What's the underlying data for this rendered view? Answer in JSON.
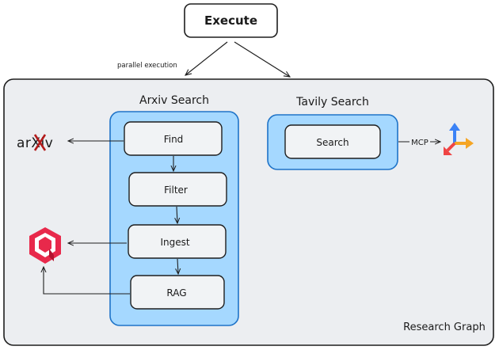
{
  "execute": {
    "label": "Execute"
  },
  "parallel_note": "parallel execution",
  "research_graph": {
    "label": "Research Graph"
  },
  "arxiv_group": {
    "title": "Arxiv Search",
    "nodes": [
      "Find",
      "Filter",
      "Ingest",
      "RAG"
    ]
  },
  "tavily_group": {
    "title": "Tavily Search",
    "node": "Search"
  },
  "mcp_label": "MCP",
  "arxiv_logo_text": "arXiv",
  "colors": {
    "panel_bg": "#eceef1",
    "group_fill": "#a5d8ff",
    "group_stroke": "#1e73c8",
    "node_fill": "#f1f3f5",
    "stroke": "#1e1e1e",
    "logo_red": "#e8294b",
    "arxiv_grey": "#555555",
    "arxiv_x": "#b31b1b"
  },
  "icons": {
    "arxiv": "arxiv-logo-icon",
    "vector_db": "qdrant-logo-icon",
    "tavily": "tavily-axes-icon"
  }
}
